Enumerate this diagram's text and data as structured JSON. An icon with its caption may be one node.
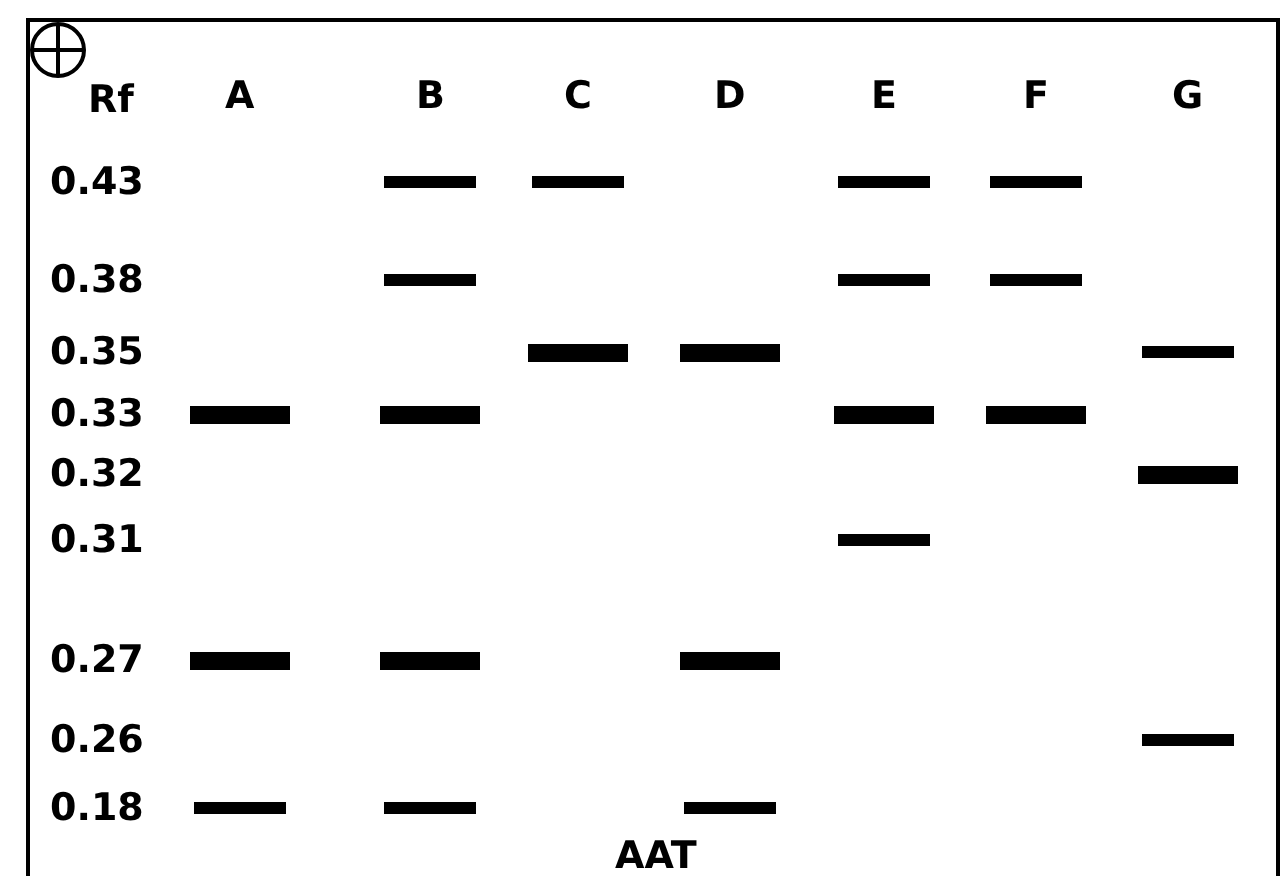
{
  "diagram": {
    "caption": "AAT",
    "labels": [
      "Rf",
      "A",
      "B",
      "C",
      "D",
      "E",
      "F",
      "G",
      "0.43",
      "0.38",
      "0.35",
      "0.33",
      "0.32",
      "0.31",
      "0.27",
      "0.26",
      "0.18"
    ]
  }
}
